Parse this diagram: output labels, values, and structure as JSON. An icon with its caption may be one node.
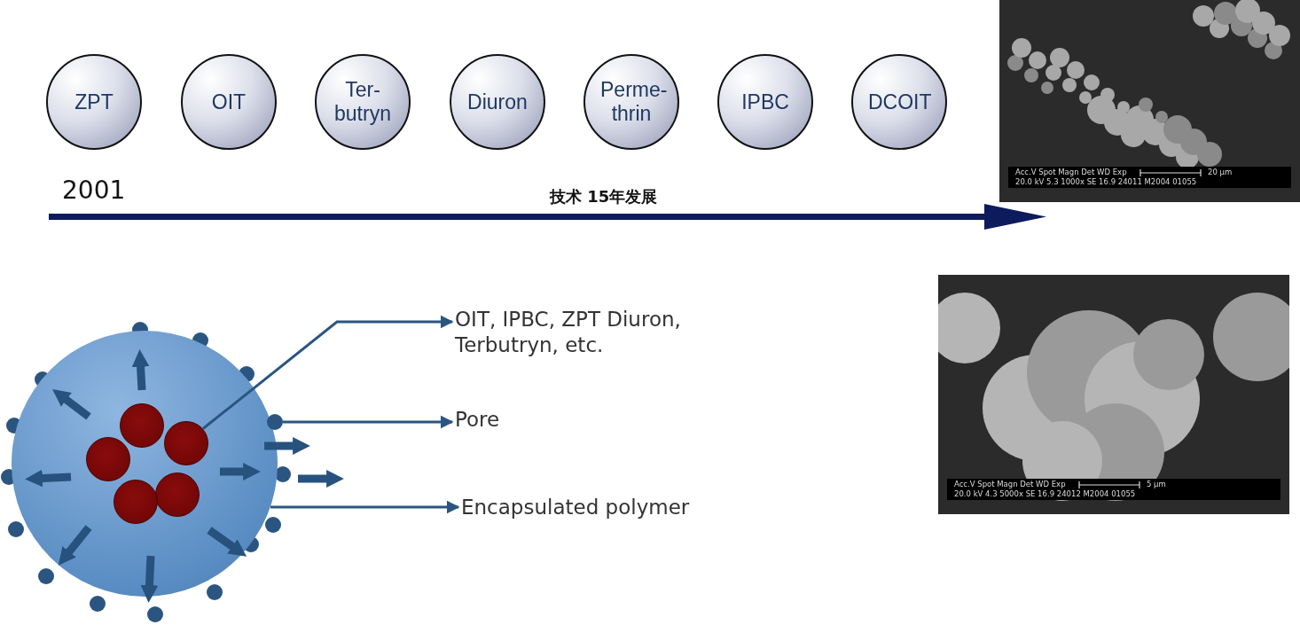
{
  "diagram": {
    "nodes": [
      {
        "text": [
          "ZPT"
        ]
      },
      {
        "text": [
          "OIT"
        ]
      },
      {
        "text": [
          "Ter- butryn"
        ]
      },
      {
        "text": [
          "Diuron"
        ]
      },
      {
        "text": [
          "Perme- thrin"
        ]
      },
      {
        "text": [
          "IPBC"
        ]
      },
      {
        "text": [
          "DCOIT"
        ]
      },
      {
        "text": [
          "Acc.V Spot Magn Det WD Exp",
          "20 µm",
          "20.0 kV 5.3 1000x SE 16.9 24011 M2004 01055"
        ]
      },
      {
        "text": [
          "Acc.V Spot Magn Det WD Exp",
          "5 µm",
          "20.0 kV 4.3 5000x SE 16.9 24012 M2004 01055"
        ]
      },
      {
        "text": [],
        "shape": "circle"
      },
      {
        "text": [],
        "shape": "circle",
        "in": 9
      },
      {
        "text": [],
        "shape": "circle",
        "in": 9
      },
      {
        "text": [],
        "shape": "circle",
        "in": 9
      },
      {
        "text": [],
        "shape": "circle",
        "in": 9
      },
      {
        "text": [],
        "shape": "circle",
        "in": 9
      },
      {
        "text": [],
        "shape": "circle"
      },
      {
        "text": [
          "OIT, IPBC, ZPT Diuron, Terbutryn, etc."
        ]
      },
      {
        "text": [
          "Pore"
        ]
      },
      {
        "text": [
          "Encapsulated polymer"
        ]
      }
    ],
    "edges": [
      {
        "from": 11,
        "to": 16,
        "arrow": "to"
      },
      {
        "from": 15,
        "to": 17,
        "arrow": "to"
      },
      {
        "from": 9,
        "to": 18,
        "arrow": "to"
      }
    ],
    "labels": [
      "2001",
      "技术 15年发展"
    ]
  }
}
